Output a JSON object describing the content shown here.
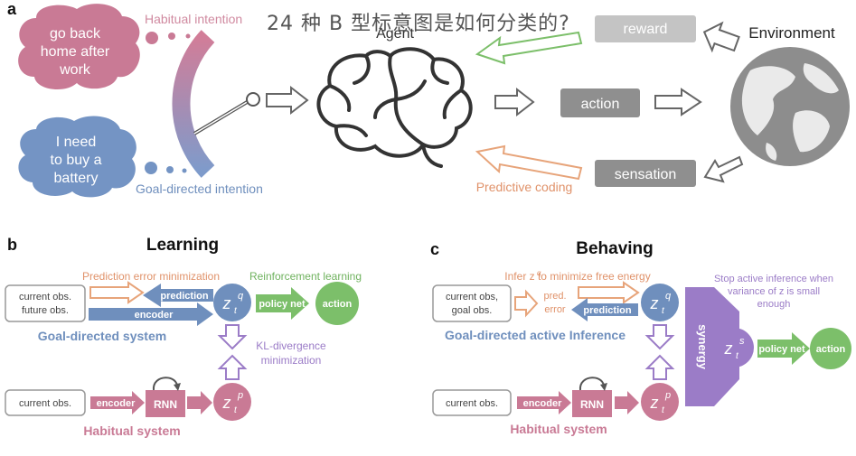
{
  "overlay_caption": "24 种 B 型标意图是如何分类的?",
  "panel_a": {
    "letter": "a",
    "cloud_habit": [
      "go back",
      "home after",
      "work"
    ],
    "cloud_goal": [
      "I need",
      "to buy a",
      "battery"
    ],
    "habitual_intention": "Habitual intention",
    "goal_directed_intention": "Goal-directed intention",
    "agent": "Agent",
    "environment": "Environment",
    "reward": "reward",
    "action": "action",
    "sensation": "sensation",
    "predictive_coding": "Predictive coding"
  },
  "panel_b": {
    "letter": "b",
    "title": "Learning",
    "pred_error_min": "Prediction error minimization",
    "reinforcement_learning": "Reinforcement learning",
    "obs_box": [
      "current obs.",
      "future obs."
    ],
    "prediction": "prediction",
    "encoder": "encoder",
    "policy_net": "policy net",
    "action": "action",
    "goal_system": "Goal-directed system",
    "kl": [
      "KL-divergence",
      "minimization"
    ],
    "current_obs": "current obs.",
    "encoder2": "encoder",
    "rnn": "RNN",
    "habitual_system": "Habitual system",
    "zq": "z",
    "zp": "z"
  },
  "panel_c": {
    "letter": "c",
    "title": "Behaving",
    "infer": "Infer z   to minimize free energy",
    "obs_box": [
      "current obs,",
      "goal obs."
    ],
    "pred_error": [
      "pred.",
      "error"
    ],
    "prediction": "prediction",
    "goal_system": "Goal-directed active Inference",
    "synergy": "synergy",
    "stop": [
      "Stop active inference when",
      "variance of z   is small",
      "enough"
    ],
    "policy_net": "policy net",
    "action": "action",
    "current_obs": "current obs.",
    "encoder": "encoder",
    "rnn": "RNN",
    "habitual_system": "Habitual system"
  },
  "colors": {
    "pink": "#c97a95",
    "blue": "#6f8fbd",
    "green": "#7cbf6a",
    "orange": "#e7a47a",
    "purple": "#9b7cc7",
    "gray": "#8a8a8a"
  }
}
